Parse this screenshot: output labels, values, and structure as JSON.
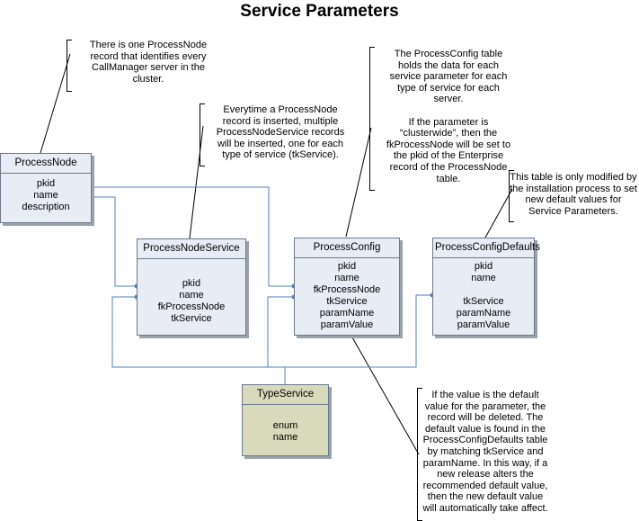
{
  "title": "Service Parameters",
  "tables": {
    "process_node": {
      "header": "ProcessNode",
      "fields": [
        "pkid",
        "name",
        "description"
      ]
    },
    "process_node_service": {
      "header": "ProcessNodeService",
      "fields": [
        "",
        "pkid",
        "name",
        "fkProcessNode",
        "tkService"
      ]
    },
    "process_config": {
      "header": "ProcessConfig",
      "fields": [
        "pkid",
        "name",
        "fkProcessNode",
        "tkService",
        "paramName",
        "paramValue"
      ]
    },
    "process_config_defaults": {
      "header": "ProcessConfigDefaults",
      "fields": [
        "pkid",
        "name",
        "",
        "tkService",
        "paramName",
        "paramValue"
      ]
    },
    "type_service": {
      "header": "TypeService",
      "fields": [
        "",
        "enum",
        "name"
      ]
    }
  },
  "notes": {
    "process_node_note": "There is one ProcessNode\nrecord that identifies every\nCallManager server in the\ncluster.",
    "process_node_service_note": "Everytime a ProcessNode\nrecord is inserted, multiple\nProcessNodeService records\nwill be inserted, one for each\ntype of service (tkService).",
    "process_config_note": "The ProcessConfig table\nholds the data for each\nservice parameter for each\ntype of service for each\nserver.\n\nIf the parameter is\n“clusterwide”, then the\nfkProcessNode will be set to\nthe pkid of the Enterprise\nrecord of the ProcessNode\ntable.",
    "defaults_note": "This table is only modified by\nthe installation process to set\nnew default values for\nService Parameters.",
    "param_value_note": "If the value is the default\nvalue for the parameter, the\nrecord will be deleted. The\ndefault value is found in the\nProcessConfigDefaults table\nby matching tkService and\nparamName. In this way, if a\nnew release alters the\nrecommended default value,\nthen the new default value\nwill automatically take affect."
  }
}
